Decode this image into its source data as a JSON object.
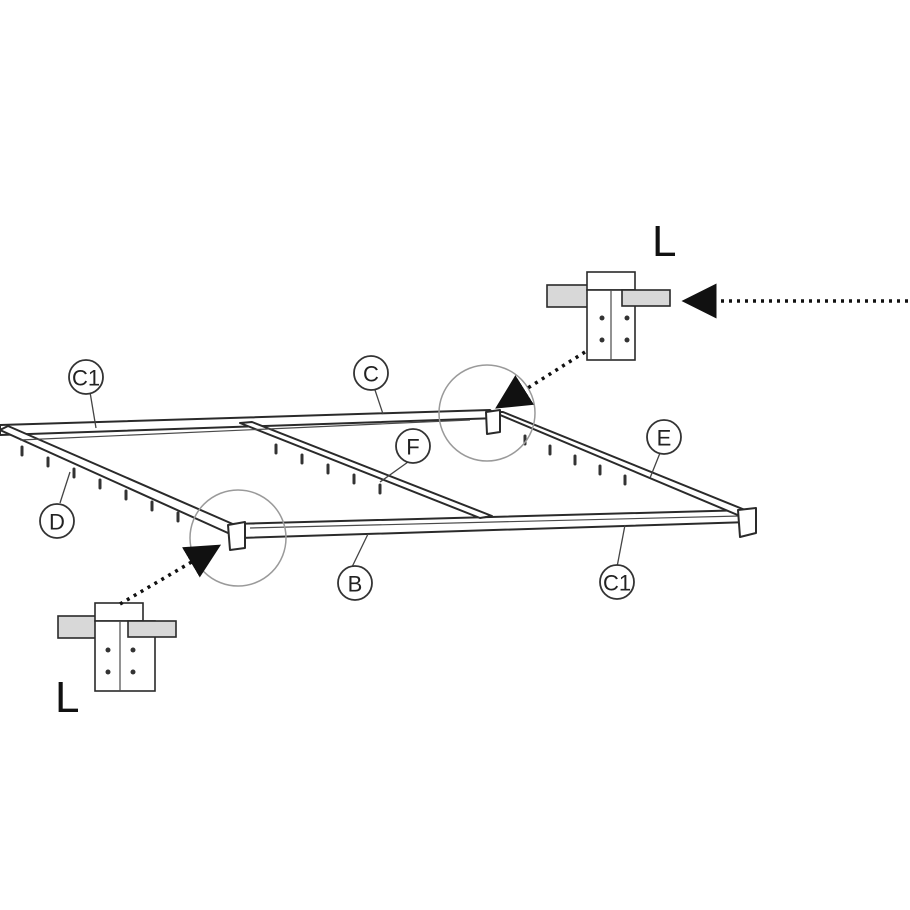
{
  "labels": {
    "c1_top": "C1",
    "c_top": "C",
    "f_mid": "F",
    "e_right": "E",
    "d_left": "D",
    "b_bottom": "B",
    "c1_bottom": "C1",
    "l_top": "L",
    "l_bottom": "L"
  }
}
